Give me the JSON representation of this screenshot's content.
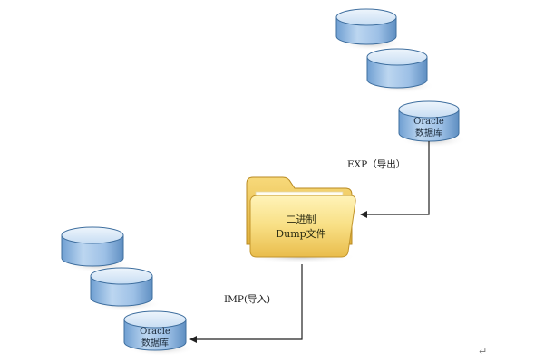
{
  "source_db": {
    "name_line1": "Oracle",
    "name_line2": "数据库"
  },
  "target_db": {
    "name_line1": "Oracle",
    "name_line2": "数据库"
  },
  "dump_file": {
    "label_line1": "二进制",
    "label_line2": "Dump文件"
  },
  "export_step": {
    "label": "EXP（导出）"
  },
  "import_step": {
    "label": "IMP(导入)"
  },
  "paragraph_mark": "↵",
  "colors": {
    "cylinder_body": "#9dc0e6",
    "cylinder_top": "#d7e8f7",
    "cylinder_edge": "#3f6f9f",
    "folder": "#f3cf6a",
    "arrow": "#222222"
  }
}
